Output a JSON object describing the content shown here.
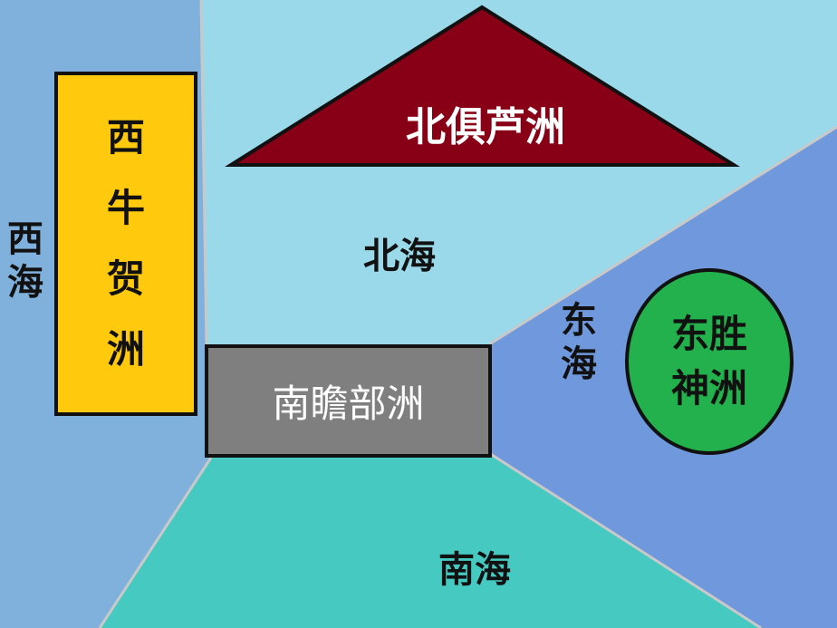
{
  "colors": {
    "west_sea": "#7fb1dc",
    "north_sea": "#99d9ea",
    "east_sea": "#7099dd",
    "south_sea": "#45c9c1",
    "north_continent": "#880015",
    "west_continent": "#ffc90e",
    "south_continent": "#7f7f7f",
    "east_continent": "#22b14c"
  },
  "seas": {
    "west": [
      "西",
      "海"
    ],
    "north": "北海",
    "east": [
      "东",
      "海"
    ],
    "south": "南海"
  },
  "continents": {
    "north": "北俱芦洲",
    "west": [
      "西",
      "牛",
      "贺",
      "洲"
    ],
    "south": "南瞻部洲",
    "east": [
      "东胜",
      "神洲"
    ]
  }
}
